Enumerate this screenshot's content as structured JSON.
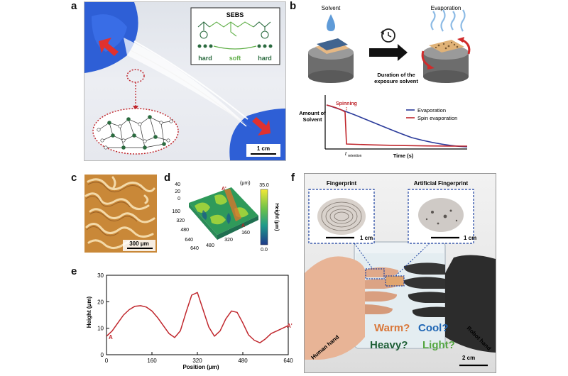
{
  "labels": {
    "a": "a",
    "b": "b",
    "c": "c",
    "d": "d",
    "e": "e",
    "f": "f"
  },
  "panel_a": {
    "sebs_title": "SEBS",
    "hard_left": "hard",
    "soft": "soft",
    "hard_right": "hard",
    "scale": "1 cm"
  },
  "panel_b": {
    "solvent": "Solvent",
    "evaporation": "Evaporation",
    "duration": "Duration of the exposure solvent",
    "duration_line1": "Duration of the",
    "duration_line2": "exposure solvent",
    "spinning": "Spinning",
    "ylabel_line1": "Amount of",
    "ylabel_line2": "Solvent",
    "xlabel": "Time (s)",
    "t_label": "t",
    "t_sub": "retention",
    "legend": [
      "Evaporation",
      "Spin evaporation"
    ],
    "colors": {
      "evaporation": "#2a3a9a",
      "spin": "#c0272d"
    }
  },
  "panel_c": {
    "scale": "300 μm"
  },
  "panel_d": {
    "unit": "(μm)",
    "colorbar_max": "35.0",
    "colorbar_min": "0.0",
    "colorbar_label": "Height (μm)",
    "a_prime": "A'",
    "a": "A",
    "ticks_left": [
      "40",
      "20",
      "0",
      "160",
      "320",
      "480",
      "640"
    ],
    "ticks_bottom": [
      "640",
      "480",
      "320",
      "160"
    ]
  },
  "chart_data": {
    "type": "line",
    "xlabel": "Position (μm)",
    "ylabel": "Height (μm)",
    "xlim": [
      0,
      640
    ],
    "ylim": [
      0,
      30
    ],
    "xticks": [
      0,
      160,
      320,
      480,
      640
    ],
    "yticks": [
      0,
      10,
      20,
      30
    ],
    "start_label": "A",
    "end_label": "A'",
    "color": "#c0272d",
    "x": [
      0,
      20,
      40,
      60,
      80,
      100,
      120,
      140,
      160,
      180,
      200,
      220,
      240,
      260,
      280,
      300,
      320,
      340,
      360,
      380,
      400,
      420,
      440,
      460,
      480,
      500,
      520,
      540,
      560,
      580,
      600,
      620,
      640
    ],
    "y": [
      7,
      9,
      12,
      15,
      17,
      18.3,
      18.5,
      18,
      16.5,
      14,
      11,
      8,
      6.5,
      9,
      16,
      22.5,
      23.5,
      17,
      10.5,
      7,
      9,
      13.5,
      16.5,
      16,
      12,
      7.5,
      5.5,
      4.5,
      6,
      8,
      9,
      10,
      11
    ]
  },
  "panel_f": {
    "fingerprint": "Fingerprint",
    "artificial": "Artificial Fingerprint",
    "scale1": "1 cm",
    "scale2": "1 cm",
    "human": "Human hand",
    "robot": "Robot hand",
    "warm": "Warm?",
    "cool": "Cool?",
    "heavy": "Heavy?",
    "light": "Light?",
    "scale3": "2 cm",
    "colors": {
      "warm": "#d9773a",
      "cool": "#1f66b5",
      "heavy": "#1d5e35",
      "light": "#55a641"
    }
  }
}
